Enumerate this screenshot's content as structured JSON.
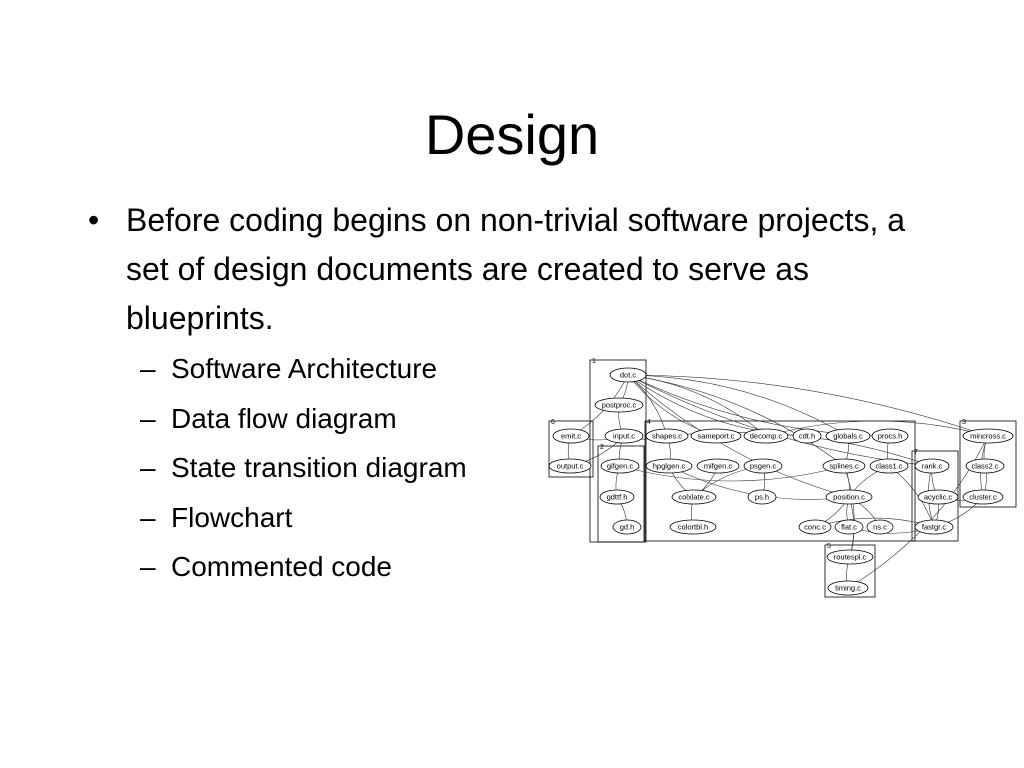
{
  "slide": {
    "title": "Design",
    "main_bullet": "Before coding begins on non-trivial software projects, a set of design documents are created to serve as blueprints.",
    "main_bullet_marker": "•",
    "sub_marker": "–",
    "sub_bullets": [
      "Software Architecture",
      "Data flow diagram",
      "State transition diagram",
      "Flowchart",
      "Commented code"
    ]
  },
  "diagram": {
    "clusters": [
      {
        "id": "1",
        "label": "1"
      },
      {
        "id": "2",
        "label": "2"
      },
      {
        "id": "3",
        "label": "3"
      },
      {
        "id": "4",
        "label": "4"
      },
      {
        "id": "5",
        "label": "5"
      },
      {
        "id": "6",
        "label": "6"
      },
      {
        "id": "7",
        "label": "7"
      }
    ],
    "nodes": [
      {
        "id": "dot_c",
        "label": "dot.c"
      },
      {
        "id": "postproc_c",
        "label": "postproc.c"
      },
      {
        "id": "input_c",
        "label": "input.c"
      },
      {
        "id": "emit_c",
        "label": "emit.c"
      },
      {
        "id": "output_c",
        "label": "output.c"
      },
      {
        "id": "gifgen_c",
        "label": "gifgen.c"
      },
      {
        "id": "gdttf_h",
        "label": "gdttf.h"
      },
      {
        "id": "gd_h",
        "label": "gd.h"
      },
      {
        "id": "shapes_c",
        "label": "shapes.c"
      },
      {
        "id": "sameport_c",
        "label": "sameport.c"
      },
      {
        "id": "decomp_c",
        "label": "decomp.c"
      },
      {
        "id": "cdt_h",
        "label": "cdt.h"
      },
      {
        "id": "globals_c",
        "label": "globals.c"
      },
      {
        "id": "procs_h",
        "label": "procs.h"
      },
      {
        "id": "hpglgen_c",
        "label": "hpglgen.c"
      },
      {
        "id": "mifgen_c",
        "label": "mifgen.c"
      },
      {
        "id": "psgen_c",
        "label": "psgen.c"
      },
      {
        "id": "colxlate_c",
        "label": "colxlate.c"
      },
      {
        "id": "ps_h",
        "label": "ps.h"
      },
      {
        "id": "colortbl_h",
        "label": "colortbl.h"
      },
      {
        "id": "splines_c",
        "label": "splines.c"
      },
      {
        "id": "class1_c",
        "label": "class1.c"
      },
      {
        "id": "position_c",
        "label": "position.c"
      },
      {
        "id": "conc_c",
        "label": "conc.c"
      },
      {
        "id": "flat_c",
        "label": "flat.c"
      },
      {
        "id": "ns_c",
        "label": "ns.c"
      },
      {
        "id": "rank_c",
        "label": "rank.c"
      },
      {
        "id": "acyclic_c",
        "label": "acyclic.c"
      },
      {
        "id": "fastgr_c",
        "label": "fastgr.c"
      },
      {
        "id": "mincross_c",
        "label": "mincross.c"
      },
      {
        "id": "class2_c",
        "label": "class2.c"
      },
      {
        "id": "cluster_c",
        "label": "cluster.c"
      },
      {
        "id": "routespl_c",
        "label": "routespl.c"
      },
      {
        "id": "timing_c",
        "label": "timing.c"
      }
    ],
    "edges": [
      [
        "dot_c",
        "postproc_c"
      ],
      [
        "postproc_c",
        "input_c"
      ],
      [
        "input_c",
        "emit_c"
      ],
      [
        "emit_c",
        "output_c"
      ],
      [
        "input_c",
        "output_c"
      ],
      [
        "gifgen_c",
        "gdttf_h"
      ],
      [
        "gdttf_h",
        "gd_h"
      ],
      [
        "input_c",
        "gifgen_c"
      ],
      [
        "dot_c",
        "shapes_c"
      ],
      [
        "dot_c",
        "sameport_c"
      ],
      [
        "dot_c",
        "decomp_c"
      ],
      [
        "dot_c",
        "cdt_h"
      ],
      [
        "dot_c",
        "globals_c"
      ],
      [
        "dot_c",
        "procs_h"
      ],
      [
        "dot_c",
        "mincross_c"
      ],
      [
        "dot_c",
        "rank_c"
      ],
      [
        "dot_c",
        "splines_c"
      ],
      [
        "dot_c",
        "position_c"
      ],
      [
        "dot_c",
        "emit_c"
      ],
      [
        "input_c",
        "shapes_c"
      ],
      [
        "shapes_c",
        "hpglgen_c"
      ],
      [
        "hpglgen_c",
        "colxlate_c"
      ],
      [
        "mifgen_c",
        "colxlate_c"
      ],
      [
        "psgen_c",
        "colxlate_c"
      ],
      [
        "psgen_c",
        "ps_h"
      ],
      [
        "colxlate_c",
        "colortbl_h"
      ],
      [
        "globals_c",
        "splines_c"
      ],
      [
        "procs_h",
        "class1_c"
      ],
      [
        "splines_c",
        "position_c"
      ],
      [
        "class1_c",
        "position_c"
      ],
      [
        "position_c",
        "conc_c"
      ],
      [
        "position_c",
        "flat_c"
      ],
      [
        "position_c",
        "ns_c"
      ],
      [
        "rank_c",
        "acyclic_c"
      ],
      [
        "acyclic_c",
        "fastgr_c"
      ],
      [
        "rank_c",
        "fastgr_c"
      ],
      [
        "class1_c",
        "fastgr_c"
      ],
      [
        "flat_c",
        "fastgr_c"
      ],
      [
        "conc_c",
        "fastgr_c"
      ],
      [
        "mincross_c",
        "class2_c"
      ],
      [
        "class2_c",
        "cluster_c"
      ],
      [
        "mincross_c",
        "cluster_c"
      ],
      [
        "cluster_c",
        "fastgr_c"
      ],
      [
        "acyclic_c",
        "cluster_c"
      ],
      [
        "splines_c",
        "routespl_c"
      ],
      [
        "routespl_c",
        "timing_c"
      ],
      [
        "position_c",
        "routespl_c"
      ],
      [
        "hpglgen_c",
        "position_c"
      ],
      [
        "shapes_c",
        "rank_c"
      ],
      [
        "gifgen_c",
        "splines_c"
      ],
      [
        "decomp_c",
        "mincross_c"
      ],
      [
        "timing_c",
        "mincross_c"
      ]
    ]
  }
}
